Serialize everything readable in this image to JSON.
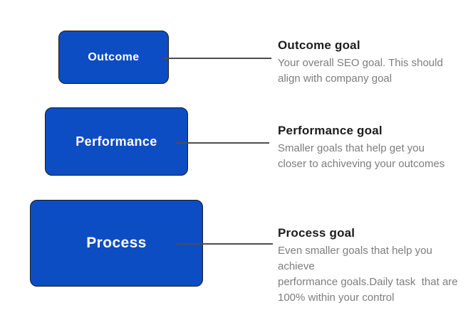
{
  "colors": {
    "box_fill": "#0d4dc3",
    "box_border": "#1a1a1a",
    "connector": "#4d4d4d",
    "heading": "#1c1c1c",
    "description": "#7d7d7d",
    "label": "#ffffff",
    "page_bg": "#ffffff"
  },
  "diagram": {
    "type": "labeled-flow-diagram",
    "topic": "SEO goal hierarchy"
  },
  "sections": [
    {
      "id": "outcome",
      "box_label": "Outcome",
      "heading": "Outcome goal",
      "description": "Your overall SEO goal. This should\nalign with company goal"
    },
    {
      "id": "performance",
      "box_label": "Performance",
      "heading": "Performance goal",
      "description": "Smaller goals that help get you\ncloser to achiveving your outcomes"
    },
    {
      "id": "process",
      "box_label": "Process",
      "heading": "Process goal",
      "description": "Even smaller goals that help you achieve\nperformance goals.Daily task  that are\n100% within your control"
    }
  ]
}
